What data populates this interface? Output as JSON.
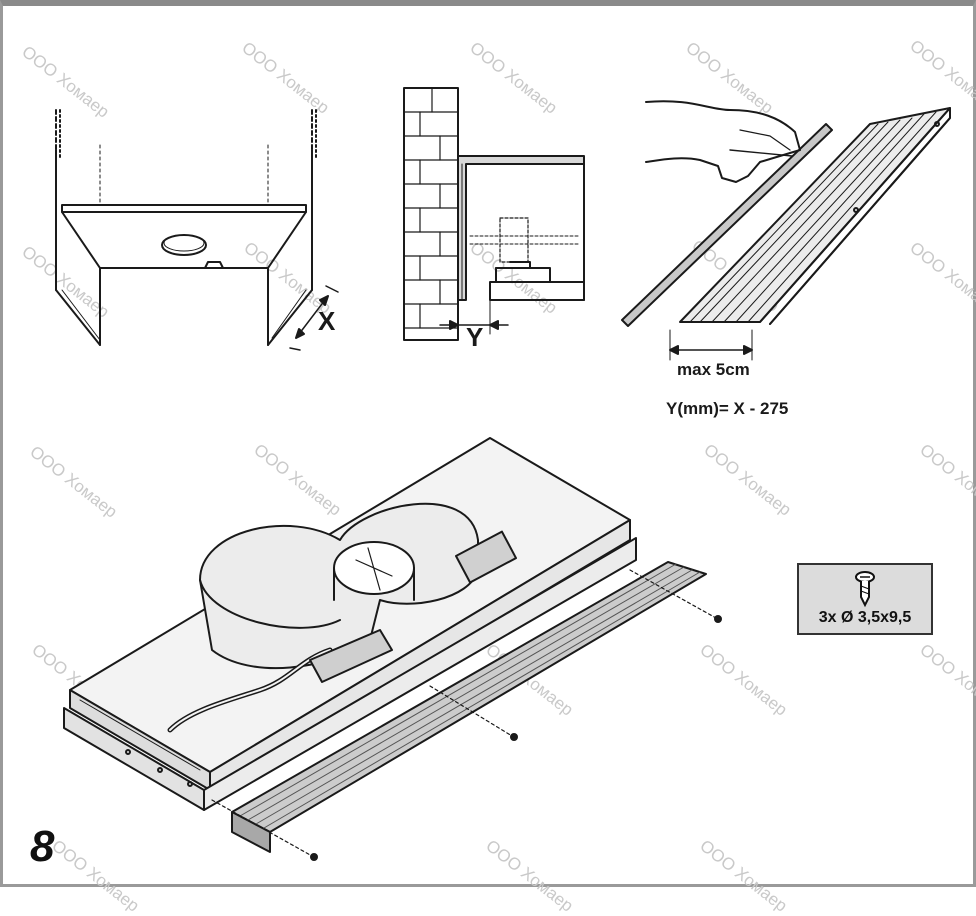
{
  "step_number": "8",
  "labels": {
    "x": "X",
    "y": "Y",
    "max": "max 5cm",
    "formula": "Y(mm)= X - 275"
  },
  "screw": {
    "spec": "3x Ø 3,5x9,5",
    "icon": "screw-icon"
  },
  "watermark": "ООО Хомаер",
  "colors": {
    "line": "#1a1a1a",
    "panel": "#dcdcdc",
    "watermark": "#c9c9c9"
  }
}
